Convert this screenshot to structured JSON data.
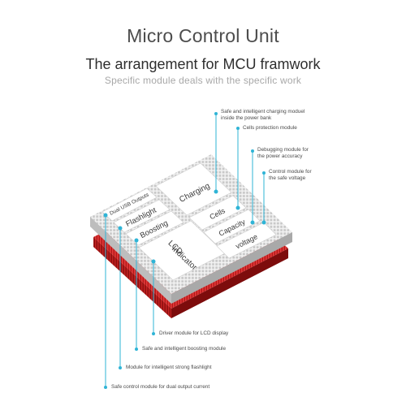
{
  "title": "Micro Control Unit",
  "subtitle": "The arrangement for MCU framwork",
  "tagline": "Specific module deals with the specific work",
  "blocks": {
    "dual_usb": "Dual USB Outputs",
    "flashlight": "Flashlight",
    "boosting": "Boosting",
    "lcd_line1": "LCD",
    "lcd_line2": "Indicator",
    "charging": "Charging",
    "cells": "Cells",
    "capacity": "Capacity",
    "voltage": "voltage"
  },
  "annotations": {
    "charging_l1": "Safe and intelligent charging moduel",
    "charging_l2": "inside the power bank",
    "cells": "Cells protection module",
    "debug_l1": "Debugging module for",
    "debug_l2": "the power accuracy",
    "control_l1": "Control module for",
    "control_l2": "the safe voltage",
    "lcd": "Driver module for LCD display",
    "boost": "Safe and intelligent boosting module",
    "flash": "Module for intelligent strong flashlight",
    "usb": "Safe control module for dual output current"
  },
  "colors": {
    "accent": "#2fb4d6",
    "board_red": "#cc2020",
    "pins": "#c9c9c9"
  }
}
